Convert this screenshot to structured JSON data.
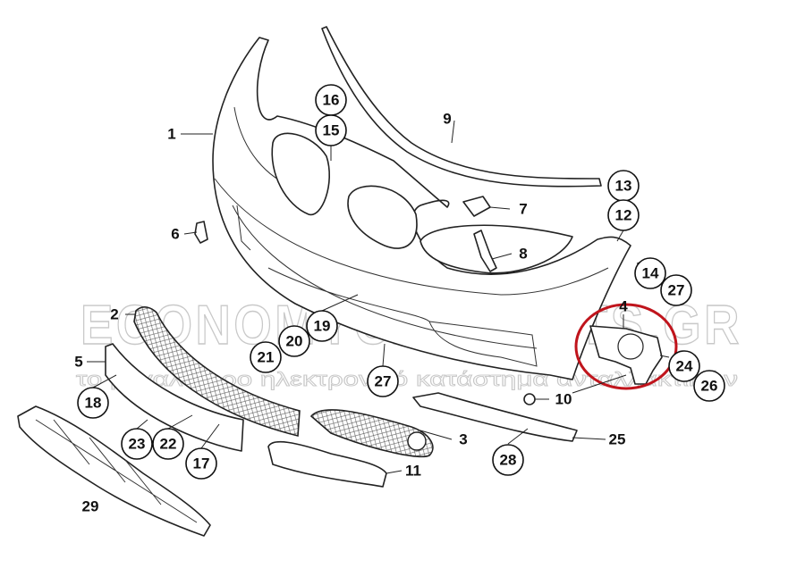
{
  "diagram": {
    "title": "Front bumper parts diagram",
    "highlight_color": "#c0141c",
    "watermark": {
      "brand": "ECONOMYCARPARTS.GR",
      "tagline": "το μεγαλύτερο ηλεκτρονικό κατάστημα ανταλλακτικών"
    },
    "plain_labels": [
      "1",
      "9",
      "7",
      "6",
      "8",
      "2",
      "5",
      "4",
      "10",
      "3",
      "25",
      "11",
      "29"
    ],
    "circled_labels": [
      "16",
      "15",
      "13",
      "12",
      "14",
      "27",
      "19",
      "20",
      "21",
      "27",
      "24",
      "26",
      "18",
      "23",
      "22",
      "17",
      "28"
    ]
  }
}
